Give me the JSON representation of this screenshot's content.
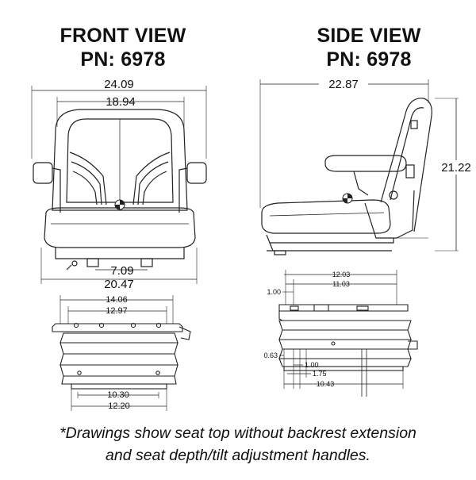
{
  "front_view": {
    "title_line1": "FRONT VIEW",
    "title_line2": "PN: 6978",
    "dims": {
      "overall_width": "24.09",
      "back_width": "18.94",
      "mount_spacing": "7.09",
      "base_width": "20.47"
    }
  },
  "side_view": {
    "title_line1": "SIDE VIEW",
    "title_line2": "PN: 6978",
    "dims": {
      "depth": "22.87",
      "height": "21.22"
    }
  },
  "front_suspension": {
    "dims": {
      "top_outer": "14.06",
      "top_inner": "12.97",
      "bottom_inner": "10.30",
      "bottom_outer": "12.20"
    }
  },
  "side_suspension": {
    "dims": {
      "top_outer": "12.03",
      "top_inner": "11.03",
      "top_offset": "1.00",
      "bottom_a": "0.63",
      "bottom_b": "1.00",
      "bottom_c": "1.75",
      "bottom_d": "10.43"
    }
  },
  "footnote": {
    "line1": "*Drawings show seat top without backrest extension",
    "line2": "and seat depth/tilt adjustment handles."
  }
}
